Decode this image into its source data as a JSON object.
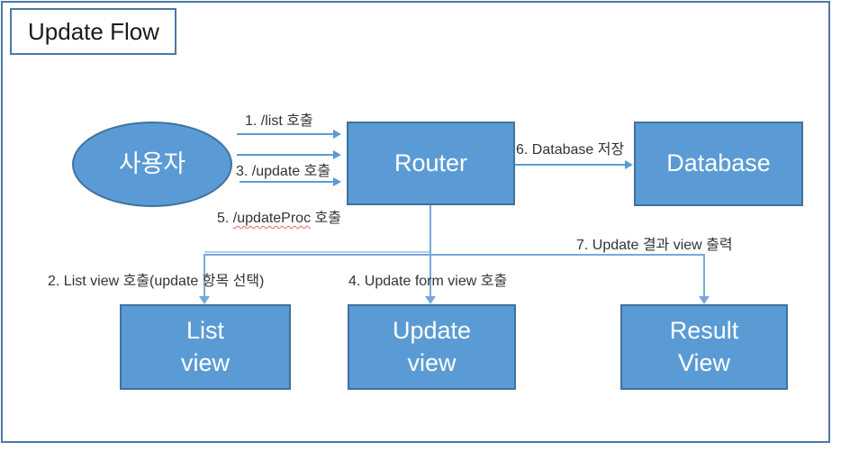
{
  "title": "Update Flow",
  "colors": {
    "shape_fill": "#5b9bd5",
    "shape_border": "#41719c",
    "frame_border": "#4b79a8",
    "connector": "#76a9dc",
    "spellcheck_squiggle": "#e06666",
    "shape_text": "#ffffff",
    "label_text": "#333333"
  },
  "nodes": {
    "user": {
      "label": "사용자",
      "shape": "ellipse"
    },
    "router": {
      "label": "Router",
      "shape": "rect"
    },
    "database": {
      "label": "Database",
      "shape": "rect"
    },
    "list_view": {
      "line1": "List",
      "line2": "view",
      "shape": "rect"
    },
    "update_view": {
      "line1": "Update",
      "line2": "view",
      "shape": "rect"
    },
    "result_view": {
      "line1": "Result",
      "line2": "View",
      "shape": "rect"
    }
  },
  "edges": {
    "e1": {
      "label": "1. /list 호출",
      "from": "user",
      "to": "router"
    },
    "e2": {
      "label": "2. List view  호출(update 항목 선택)",
      "from": "router",
      "to": "list_view"
    },
    "e3": {
      "label": "3. /update 호출",
      "from": "user",
      "to": "router"
    },
    "e4": {
      "label": "4. Update form view  호출",
      "from": "router",
      "to": "update_view"
    },
    "e5": {
      "prefix": "5. ",
      "word": "/updateProc",
      "suffix": " 호출",
      "from": "user",
      "to": "router"
    },
    "e6": {
      "label": "6. Database 저장",
      "from": "router",
      "to": "database"
    },
    "e7": {
      "label": "7. Update 결과 view 출력",
      "from": "router",
      "to": "result_view"
    }
  }
}
